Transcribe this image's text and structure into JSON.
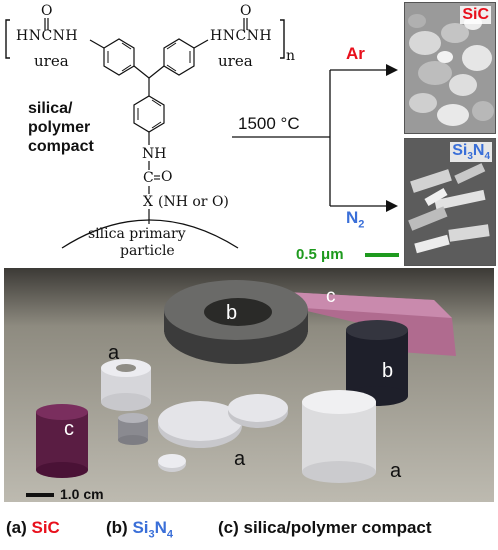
{
  "polymer": {
    "left_group": "HNCNH",
    "left_o": "O",
    "left_urea": "urea",
    "right_group": "HNCNH",
    "right_o": "O",
    "right_urea": "urea",
    "subscript_n": "n",
    "nh": "NH",
    "co": "C",
    "co_o": "O",
    "x": "X",
    "x_note": "(NH or O)",
    "particle_line1": "silica primary",
    "particle_line2": "particle"
  },
  "compact_label": [
    "silica/",
    "polymer",
    "compact"
  ],
  "temperature": "1500 °C",
  "arrows": {
    "top": "Ar",
    "bottom_main": "N",
    "bottom_sub": "2"
  },
  "sem": {
    "top_label": "SiC",
    "bottom_label_main": "Si",
    "bottom_label_sub1": "3",
    "bottom_label_n": "N",
    "bottom_label_sub2": "4"
  },
  "scale_sem": "0.5 μm",
  "scale_photo": "1.0 cm",
  "photo_labels": [
    "b",
    "c",
    "a",
    "b",
    "c",
    "a",
    "a"
  ],
  "captions": {
    "a_prefix": "(a) ",
    "a_name": "SiC",
    "b_prefix": "(b) ",
    "b_main": "Si",
    "b_sub1": "3",
    "b_n": "N",
    "b_sub2": "4",
    "c_text": "(c) silica/polymer compact"
  },
  "colors": {
    "sic": "#e8101c",
    "si3n4": "#3a6fd8",
    "scale_green": "#1e9a1e"
  }
}
